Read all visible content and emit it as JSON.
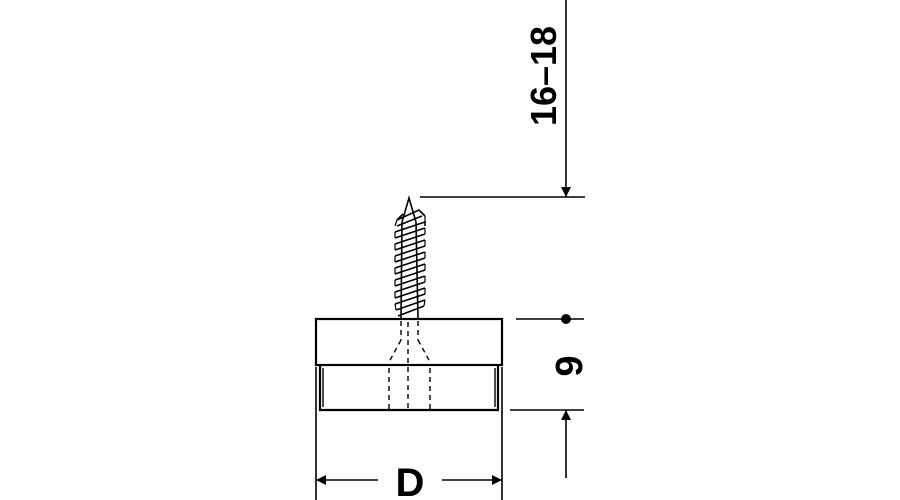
{
  "diagram": {
    "dimensions": {
      "screw_length": "16–18",
      "height": "9",
      "diameter": "D"
    },
    "colors": {
      "line": "#000000",
      "background": "#ffffff"
    }
  }
}
